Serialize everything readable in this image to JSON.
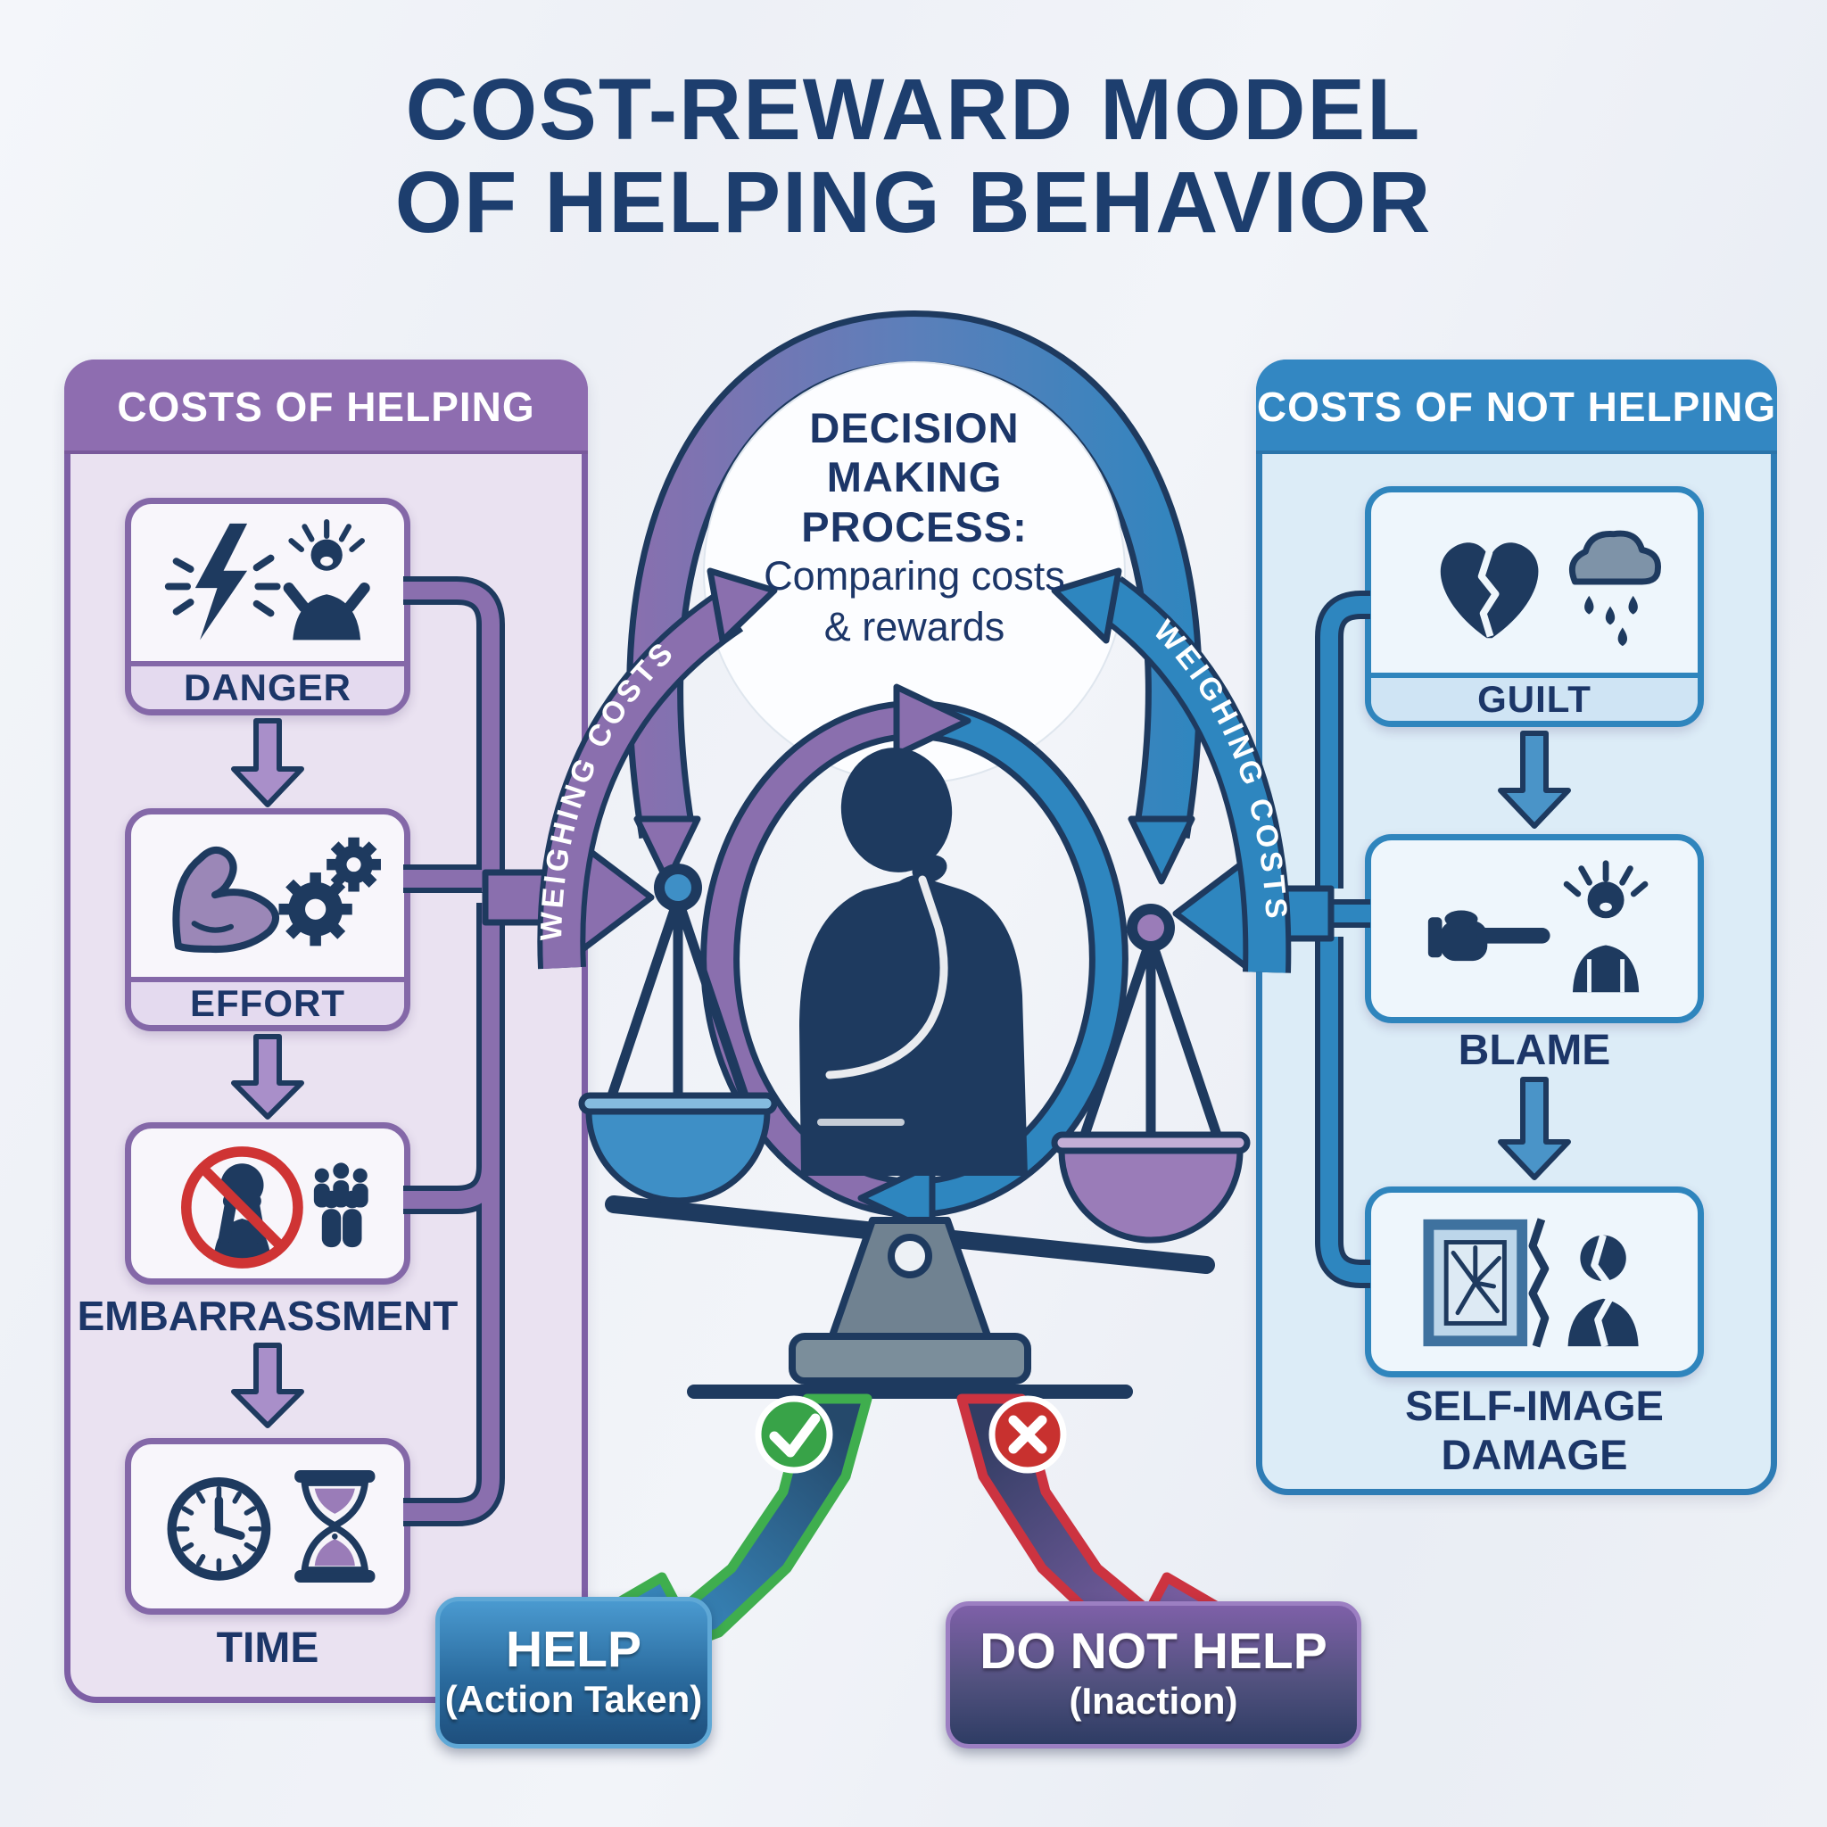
{
  "title": {
    "line1": "COST-REWARD MODEL",
    "line2": "OF HELPING BEHAVIOR"
  },
  "left_panel": {
    "header": "COSTS OF HELPING",
    "items": [
      {
        "label": "DANGER",
        "icons": [
          "lightning-icon",
          "alarmed-person-icon"
        ]
      },
      {
        "label": "EFFORT",
        "icons": [
          "flexed-bicep-icon",
          "gears-icon"
        ]
      },
      {
        "label": "EMBARRASSMENT",
        "icons": [
          "no-face-covering-icon",
          "crowd-icon"
        ]
      },
      {
        "label": "TIME",
        "icons": [
          "clock-icon",
          "hourglass-icon"
        ]
      }
    ]
  },
  "right_panel": {
    "header": "COSTS OF NOT HELPING",
    "items": [
      {
        "label": "GUILT",
        "icons": [
          "broken-heart-icon",
          "rain-cloud-icon"
        ]
      },
      {
        "label": "BLAME",
        "icons": [
          "pointing-finger-icon",
          "blamed-person-icon"
        ]
      },
      {
        "label": "SELF-IMAGE DAMAGE",
        "icons": [
          "cracked-mirror-icon",
          "split-person-icon"
        ]
      }
    ]
  },
  "center": {
    "line1": "DECISION",
    "line2": "MAKING PROCESS:",
    "line3": "Comparing costs",
    "line4": "& rewards",
    "weighing_left": "WEIGHING COSTS",
    "weighing_right": "WEIGHING COSTS"
  },
  "outcomes": {
    "help_title": "HELP",
    "help_subtitle": "(Action Taken)",
    "no_help_title": "DO NOT HELP",
    "no_help_subtitle": "(Inaction)"
  },
  "icons": {
    "check-icon": "✓",
    "cross-icon": "✕",
    "balance-scale-icon": "tilted two-pan scale",
    "thinking-person-icon": "silhouette with hand on chin"
  },
  "colors": {
    "navy": "#1c3a66",
    "purple": "#8a6fae",
    "purple_light": "#a98fc9",
    "blue": "#2e86bf",
    "blue_light": "#4a94c8",
    "green": "#3dae49",
    "red": "#cc3340",
    "left_panel_bg": "#eae2f1",
    "right_panel_bg": "#dcecf7"
  }
}
